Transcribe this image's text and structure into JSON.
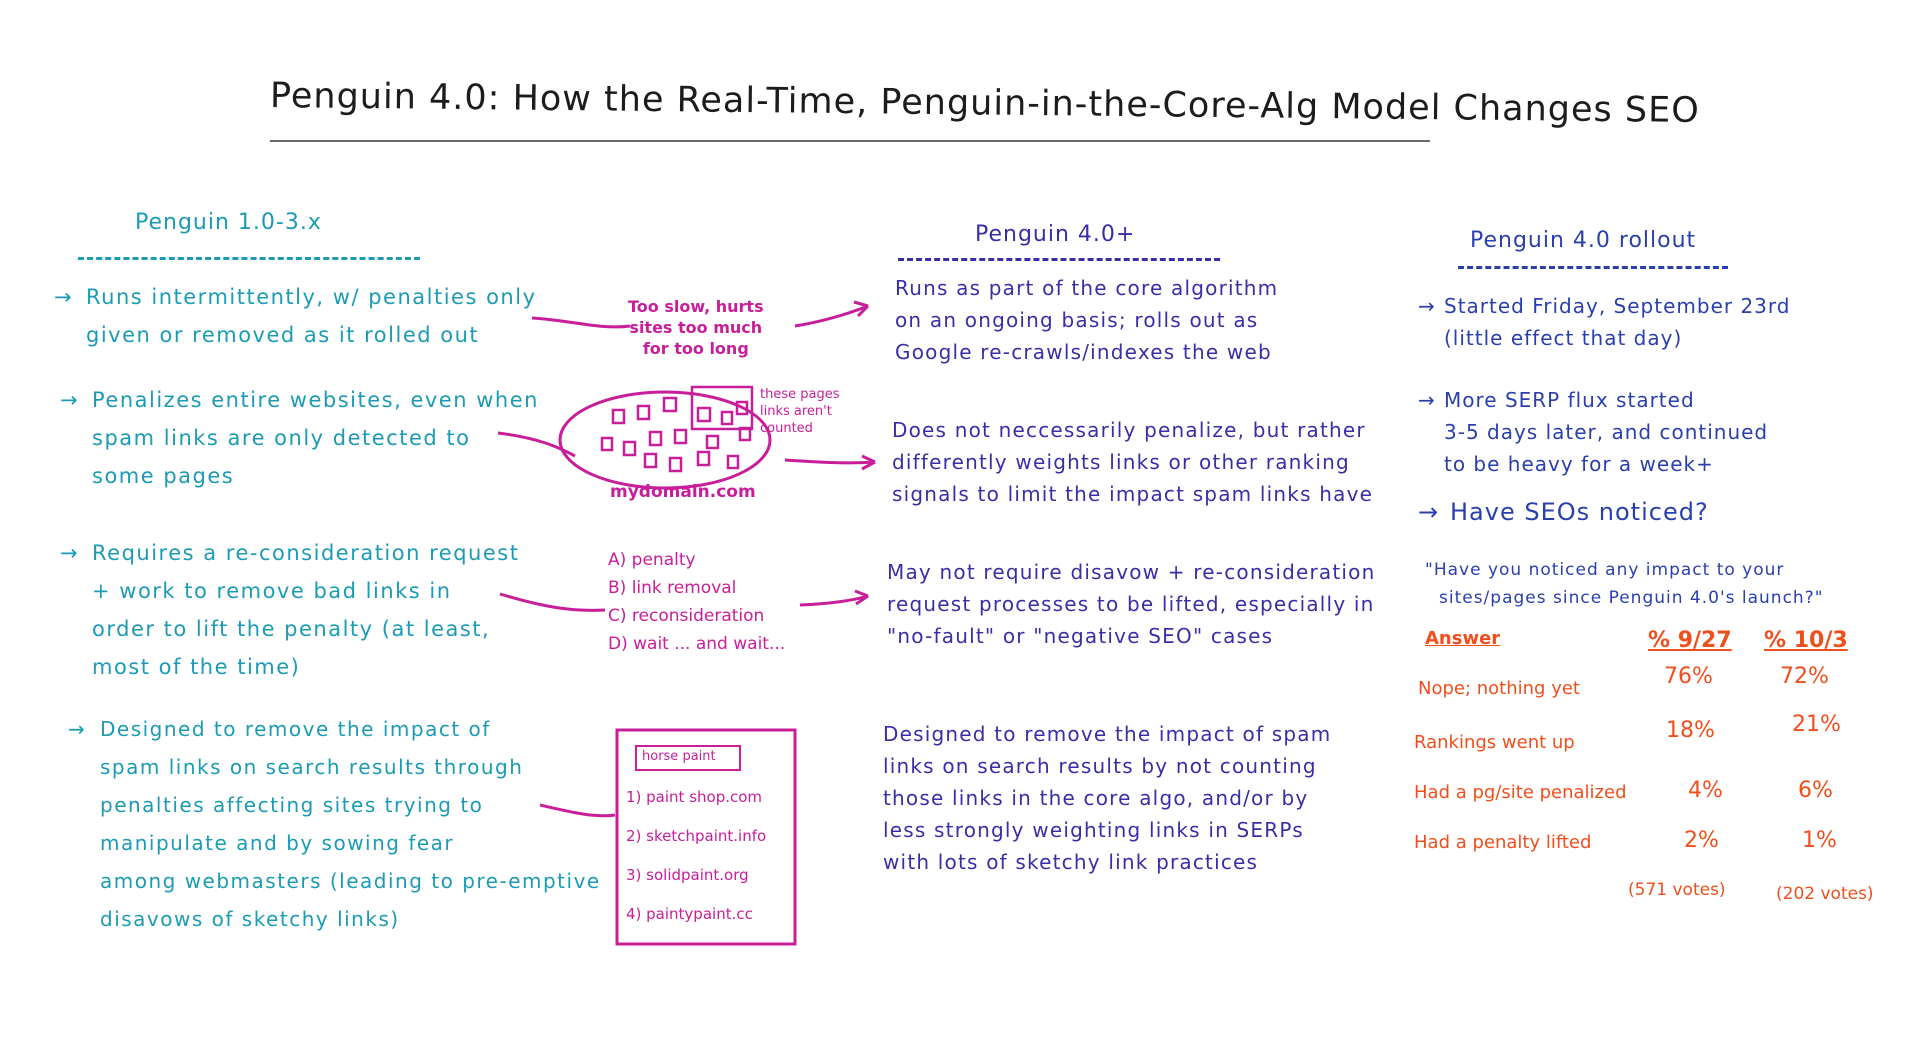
{
  "title": "Penguin 4.0: How the Real-Time, Penguin-in-the-Core-Alg Model Changes SEO",
  "columns": {
    "old": {
      "heading": "Penguin 1.0-3.x",
      "points": [
        {
          "arrow": "→",
          "lines": [
            "Runs intermittently, w/ penalties only",
            "given or removed as it rolled out"
          ]
        },
        {
          "arrow": "→",
          "lines": [
            "Penalizes entire websites, even when",
            "spam links are only detected to",
            "some pages"
          ]
        },
        {
          "arrow": "→",
          "lines": [
            "Requires a re-consideration request",
            "+ work to remove bad links in",
            "order to lift the penalty (at least,",
            "most of the time)"
          ]
        },
        {
          "arrow": "→",
          "lines": [
            "Designed to remove the impact of",
            "spam links on search results through",
            "penalties affecting sites trying to",
            "manipulate and by sowing fear",
            "among webmasters (leading to pre-emptive",
            "disavows of sketchy links)"
          ]
        }
      ]
    },
    "middle": {
      "note1": [
        "Too slow, hurts",
        "sites too much",
        "for too long"
      ],
      "note2_box": "these pages",
      "note2": [
        "these pages",
        "links aren't",
        "counted"
      ],
      "domain": "mydomain.com",
      "steps": [
        "A) penalty",
        "B) link removal",
        "C) reconsideration",
        "D) wait ... and wait..."
      ],
      "box_title": "horse paint",
      "box_items": [
        "1) paint shop.com",
        "2) sketchpaint.info",
        "3) solidpaint.org",
        "4) paintypaint.cc"
      ]
    },
    "new": {
      "heading": "Penguin 4.0+",
      "points": [
        [
          "Runs as part of the core algorithm",
          "on an ongoing basis; rolls out as",
          "Google re-crawls/indexes the web"
        ],
        [
          "Does not neccessarily penalize, but rather",
          "differently weights links or other ranking",
          "signals to limit the impact spam links have"
        ],
        [
          "May not require disavow + re-consideration",
          "request processes to be lifted, especially in",
          "\"no-fault\" or \"negative SEO\" cases"
        ],
        [
          "Designed to remove the impact of spam",
          "links on search results by not counting",
          "those links in the core algo, and/or by",
          "less strongly weighting links in SERPs",
          "with lots of sketchy link practices"
        ]
      ]
    },
    "rollout": {
      "heading": "Penguin 4.0 rollout",
      "points": [
        {
          "arrow": "→",
          "lines": [
            "Started Friday, September 23rd",
            "(little effect that day)"
          ]
        },
        {
          "arrow": "→",
          "lines": [
            "More SERP flux started",
            "3-5 days later, and continued",
            "to be heavy for a week+"
          ]
        },
        {
          "arrow": "→",
          "lines": [
            "Have SEOs noticed?"
          ]
        }
      ],
      "question": [
        "\"Have you noticed any impact to your",
        "sites/pages since Penguin 4.0's launch?\""
      ],
      "table": {
        "headers": [
          "Answer",
          "% 9/27",
          "% 10/3"
        ],
        "rows": [
          [
            "Nope; nothing yet",
            "76%",
            "72%"
          ],
          [
            "Rankings went up",
            "18%",
            "21%"
          ],
          [
            "Had a pg/site penalized",
            "4%",
            "6%"
          ],
          [
            "Had a penalty lifted",
            "2%",
            "1%"
          ]
        ],
        "votes": [
          "(571 votes)",
          "(202 votes)"
        ]
      }
    }
  },
  "colors": {
    "teal": "#1b9bb4",
    "purple": "#3a2ea8",
    "magenta": "#c81e9a",
    "orange": "#ef4f1c",
    "blue": "#2a3fae"
  }
}
